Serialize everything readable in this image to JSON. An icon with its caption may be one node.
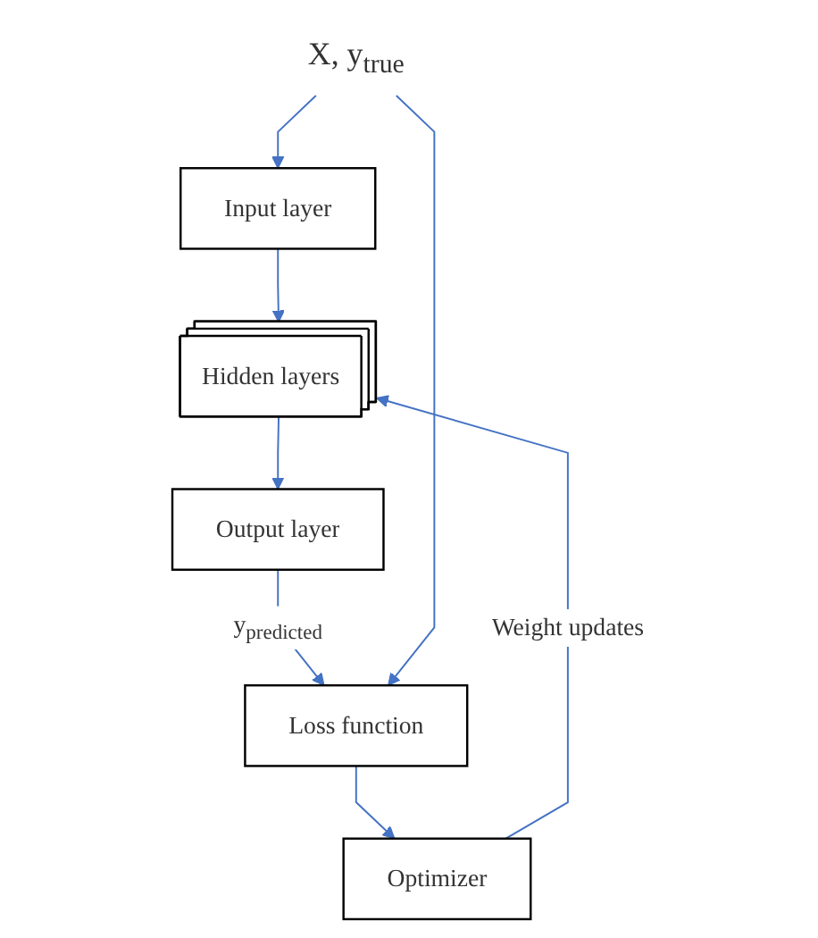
{
  "diagram": {
    "nodes": [
      {
        "text": [
          "X, y$_{true}$"
        ]
      },
      {
        "text": [
          "Input layer"
        ]
      },
      {
        "text": [
          "Hidden layers"
        ]
      },
      {
        "text": [
          "Output layer"
        ]
      },
      {
        "text": [
          "Optimizer"
        ]
      },
      {
        "text": [
          "Loss function"
        ]
      }
    ],
    "edges": [
      {
        "from": 0,
        "to": 1,
        "arrow": "to"
      },
      {
        "from": 1,
        "to": 2,
        "arrow": "to"
      },
      {
        "from": 2,
        "to": 3,
        "arrow": "to"
      },
      {
        "from": 3,
        "to": 5,
        "arrow": "to",
        "label": "y$_{predicted}$"
      },
      {
        "from": 5,
        "to": 4,
        "arrow": "to"
      },
      {
        "from": 4,
        "to": 2,
        "arrow": "to",
        "label": "Weight updates"
      },
      {
        "from": 0,
        "to": 5,
        "arrow": "to"
      }
    ]
  }
}
